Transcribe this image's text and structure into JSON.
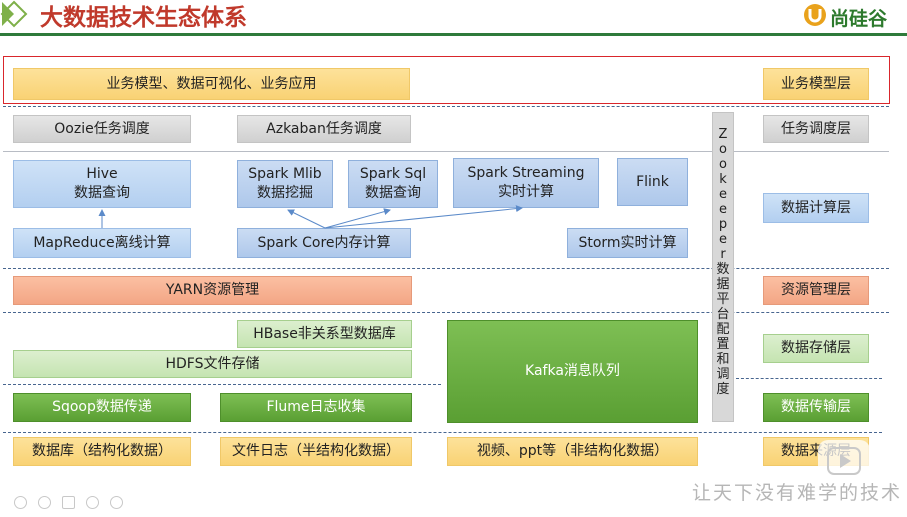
{
  "header": {
    "title": "大数据技术生态体系",
    "brand": "尚硅谷"
  },
  "layers": {
    "business": "业务模型层",
    "scheduling": "任务调度层",
    "compute": "数据计算层",
    "resource": "资源管理层",
    "storage": "数据存储层",
    "transfer": "数据传输层",
    "source": "数据来源层"
  },
  "boxes": {
    "business_app": "业务模型、数据可视化、业务应用",
    "oozie": "Oozie任务调度",
    "azkaban": "Azkaban任务调度",
    "hive": "Hive\n数据查询",
    "spark_mlib": "Spark Mlib\n数据挖掘",
    "spark_sql": "Spark Sql\n数据查询",
    "spark_streaming": "Spark Streaming\n实时计算",
    "flink": "Flink",
    "mapreduce": "MapReduce离线计算",
    "spark_core": "Spark Core内存计算",
    "storm": "Storm实时计算",
    "yarn": "YARN资源管理",
    "hbase": "HBase非关系型数据库",
    "hdfs": "HDFS文件存储",
    "kafka": "Kafka消息队列",
    "sqoop": "Sqoop数据传递",
    "flume": "Flume日志收集",
    "src_db": "数据库（结构化数据）",
    "src_log": "文件日志（半结构化数据）",
    "src_video": "视频、ppt等（非结构化数据）"
  },
  "zookeeper": [
    "Z",
    "o",
    "o",
    "k",
    "e",
    "e",
    "p",
    "e",
    "r",
    "数",
    "据",
    "平",
    "台",
    "配",
    "置",
    "和",
    "调",
    "度"
  ],
  "watermark": "让天下没有难学的技术",
  "colors": {
    "title": "#c0392b",
    "highlight_frame": "#d9262c",
    "yellow": "#f9d274",
    "gray": "#d0d0d0",
    "blue": "#b3cff0",
    "orange": "#f3a685",
    "light_green": "#c5e4b1",
    "green": "#5a9f33"
  }
}
